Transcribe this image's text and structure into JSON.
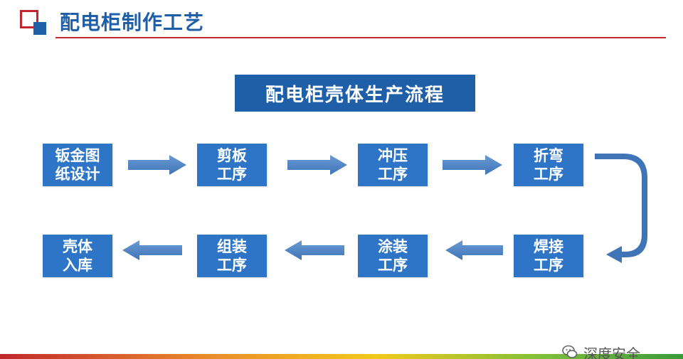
{
  "header": {
    "title": "配电柜制作工艺"
  },
  "flow": {
    "title": "配电柜壳体生产流程",
    "steps": [
      {
        "line1": "钣金图",
        "line2": "纸设计"
      },
      {
        "line1": "剪板",
        "line2": "工序"
      },
      {
        "line1": "冲压",
        "line2": "工序"
      },
      {
        "line1": "折弯",
        "line2": "工序"
      },
      {
        "line1": "焊接",
        "line2": "工序"
      },
      {
        "line1": "涂装",
        "line2": "工序"
      },
      {
        "line1": "组装",
        "line2": "工序"
      },
      {
        "line1": "壳体",
        "line2": "入库"
      }
    ]
  },
  "watermark": {
    "text": "深度安全",
    "icon": "wechat-icon"
  },
  "colors": {
    "primary": "#1f5fa8",
    "node": "#2e75c8",
    "arrow": "#4f86c6",
    "accent": "#c0282d"
  }
}
